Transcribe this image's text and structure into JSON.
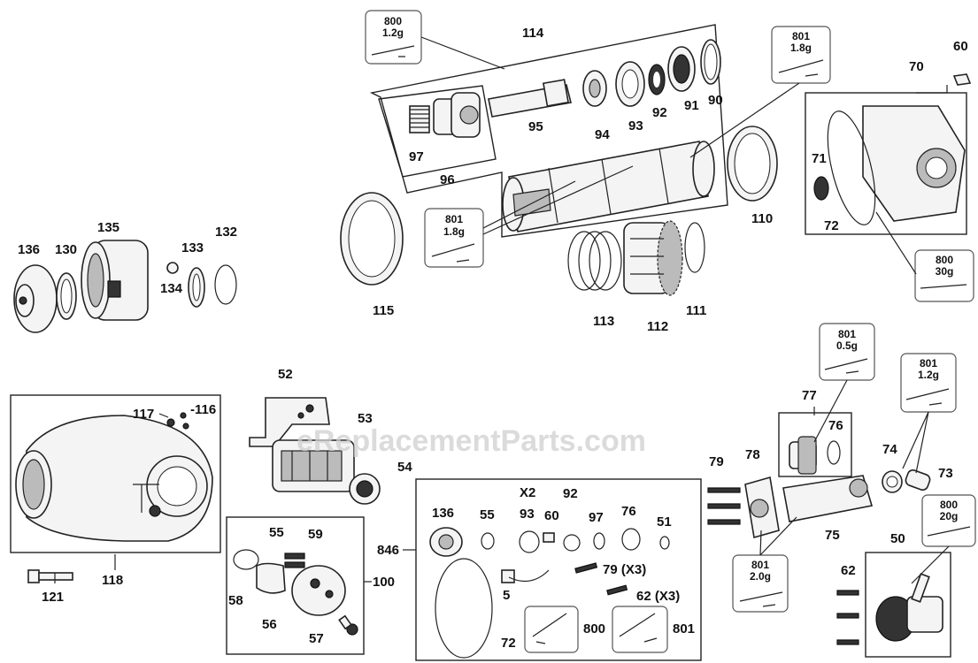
{
  "watermark": "eReplacementParts.com",
  "labels": {
    "l114": "114",
    "l97a": "97",
    "l96": "96",
    "l95": "95",
    "l94a": "94",
    "l93a": "93",
    "l92a": "92",
    "l91": "91",
    "l90": "90",
    "l110": "110",
    "l115": "115",
    "l113": "113",
    "l112": "112",
    "l111": "111",
    "l70": "70",
    "l60": "60",
    "l71": "71",
    "l72a": "72",
    "l136a": "136",
    "l130": "130",
    "l135": "135",
    "l133": "133",
    "l132": "132",
    "l134": "134",
    "l52": "52",
    "l53": "53",
    "l54": "54",
    "l117": "117",
    "l116": "-116",
    "l118": "118",
    "l121": "121",
    "l55a": "55",
    "l59": "59",
    "l58": "58",
    "l56": "56",
    "l57": "57",
    "l100": "100",
    "l846": "846",
    "l136b": "136",
    "l55b": "55",
    "lx2": "X2",
    "l93b": "93",
    "l60b": "60",
    "l92b": "92",
    "l97b": "97",
    "l76b": "76",
    "l51": "51",
    "l5": "5",
    "l79x3": "79 (X3)",
    "l62x3": "62 (X3)",
    "l72b": "72",
    "l800b": "800",
    "l801b": "801",
    "l77": "77",
    "l76a": "76",
    "l79": "79",
    "l78": "78",
    "l74": "74",
    "l73": "73",
    "l75": "75",
    "l50": "50",
    "l62": "62"
  },
  "grease_boxes": {
    "g1": {
      "part": "800",
      "amount": "1.2g"
    },
    "g2": {
      "part": "801",
      "amount": "1.8g"
    },
    "g3": {
      "part": "801",
      "amount": "1.8g"
    },
    "g4": {
      "part": "800",
      "amount": "30g"
    },
    "g5": {
      "part": "801",
      "amount": "0.5g"
    },
    "g6": {
      "part": "801",
      "amount": "1.2g"
    },
    "g7": {
      "part": "800",
      "amount": "20g"
    },
    "g8": {
      "part": "801",
      "amount": "2.0g"
    }
  }
}
